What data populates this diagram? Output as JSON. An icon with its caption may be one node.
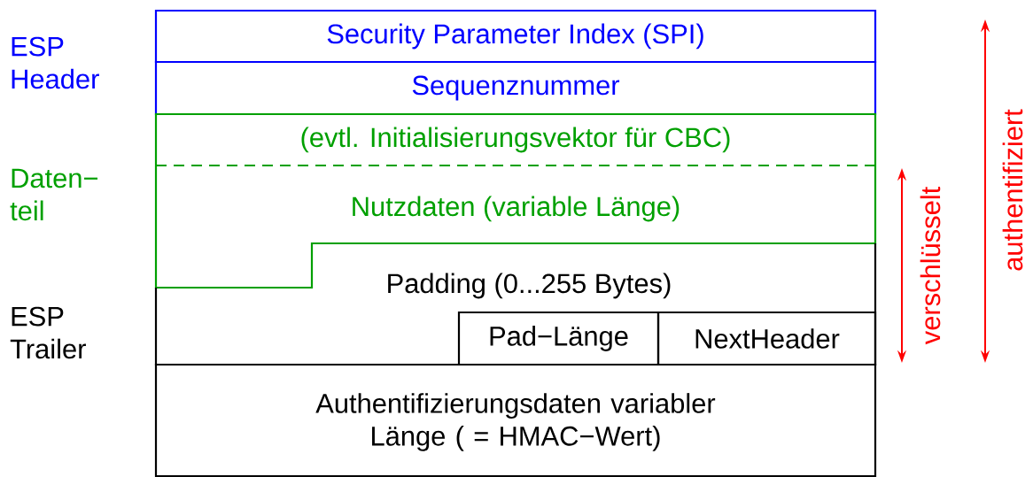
{
  "diagram": {
    "nodes": [
      {
        "text": [
          "Security Parameter Index (SPI)"
        ]
      },
      {
        "text": [
          "Sequenznummer"
        ]
      },
      {
        "text": [
          "(evtl. Initialisierungsvektor für CBC)"
        ]
      },
      {
        "text": [
          "Nutzdaten (variable Länge)"
        ]
      },
      {
        "text": [
          "Padding (0...255 Bytes)"
        ]
      },
      {
        "text": [
          "Pad−Länge"
        ],
        "in": 4
      },
      {
        "text": [
          "NextHeader"
        ],
        "in": 4
      },
      {
        "text": [
          "Authentifizierungsdaten variabler Länge ( = HMAC−Wert)"
        ]
      }
    ],
    "labels": [
      "ESP Header",
      "Daten− teil",
      "ESP Trailer",
      "authentifiziert",
      "verschlüsselt"
    ]
  }
}
